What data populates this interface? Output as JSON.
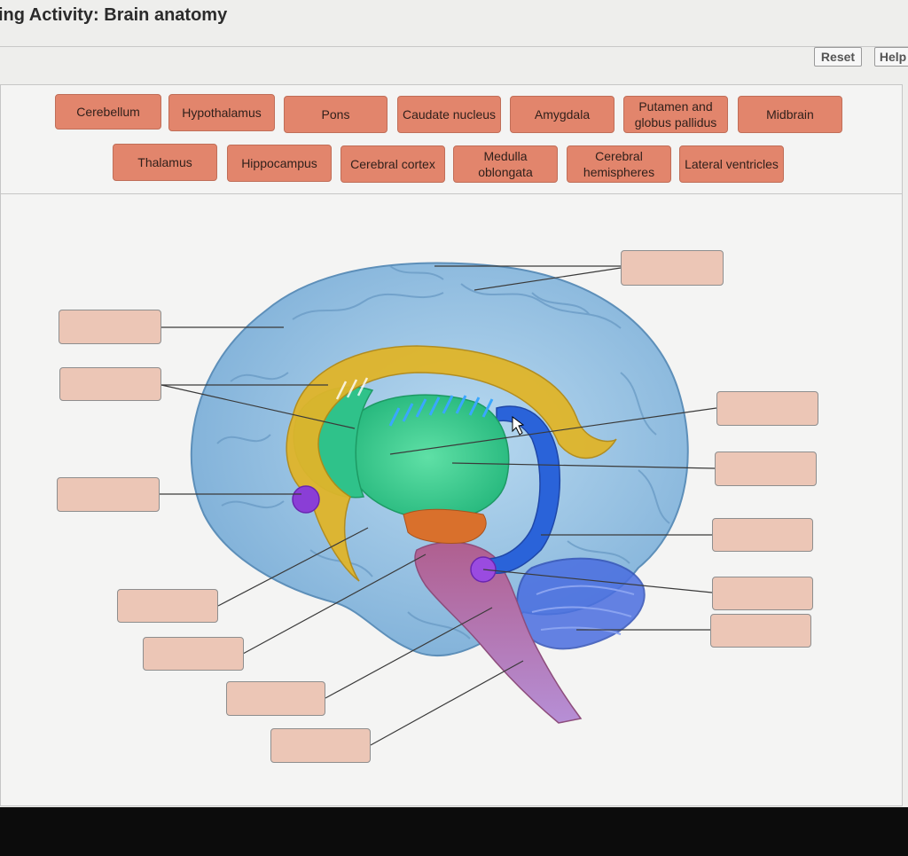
{
  "header": {
    "title": "ing Activity: Brain anatomy"
  },
  "toolbar": {
    "reset_label": "Reset",
    "help_label": "Help"
  },
  "word_bank": {
    "row1": [
      "Cerebellum",
      "Hypothalamus",
      "Pons",
      "Caudate nucleus",
      "Amygdala",
      "Putamen and globus pallidus",
      "Midbrain"
    ],
    "row2": [
      "Thalamus",
      "Hippocampus",
      "Cerebral cortex",
      "Medulla oblongata",
      "Cerebral hemispheres",
      "Lateral ventricles"
    ]
  },
  "colors": {
    "chip": "#e2856c",
    "target": "#ecc6b6",
    "cortex": "#9ec7e6",
    "caudate": "#e0b52a",
    "thalamus": "#3fc98f",
    "ventricle": "#2a63d9",
    "amygdala": "#8a3ed6",
    "brainstem": "#b877a8"
  },
  "icons": [
    "cursor-arrow-icon"
  ]
}
